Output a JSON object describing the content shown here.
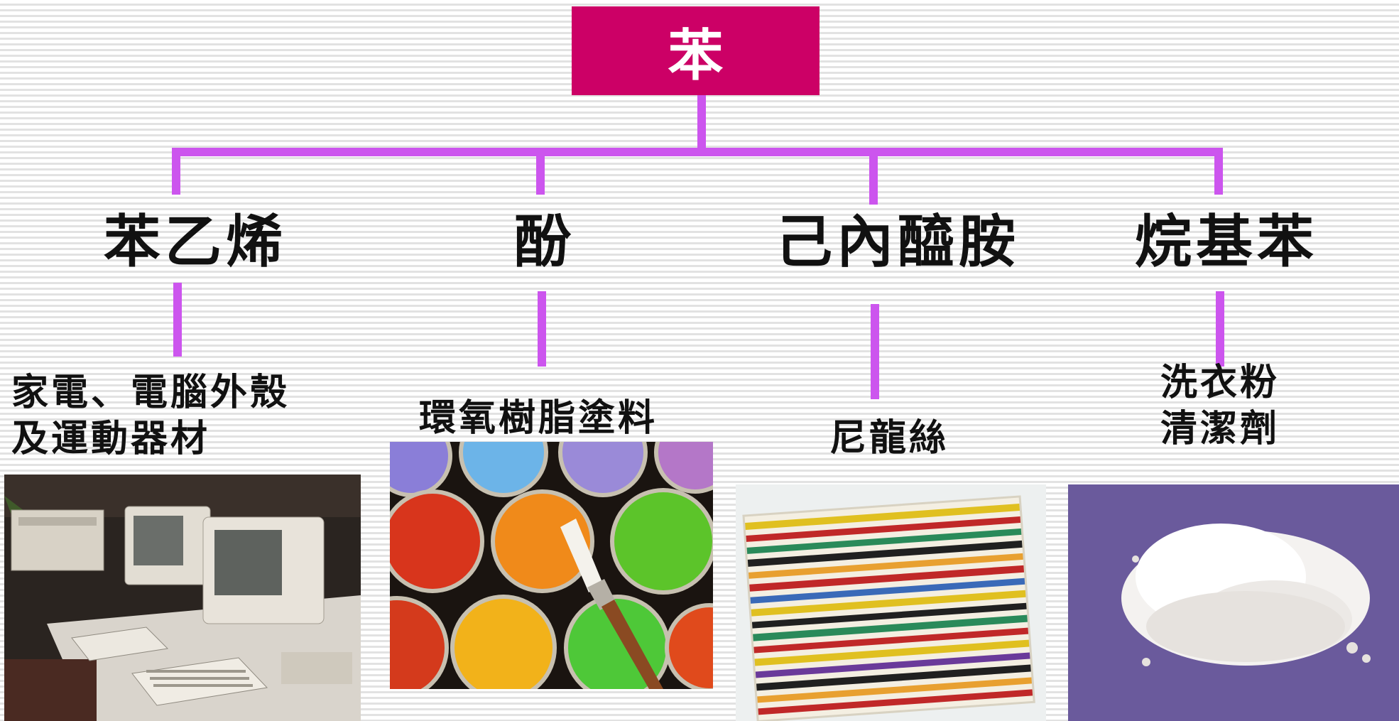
{
  "root": {
    "label": "苯"
  },
  "colors": {
    "root_box": "#cc0066",
    "connector": "#cc55ee",
    "background_stripe": "#e2e2e2"
  },
  "branches": [
    {
      "label": "苯乙烯",
      "use_lines": [
        "家電、電腦外殼",
        "及運動器材"
      ],
      "image": "computers-photo"
    },
    {
      "label": "酚",
      "use_lines": [
        "環氧樹脂塗料"
      ],
      "image": "paint-cans-photo"
    },
    {
      "label": "己內醯胺",
      "use_lines": [
        "尼龍絲"
      ],
      "image": "striped-nylon-fabric-photo"
    },
    {
      "label": "烷基苯",
      "use_lines": [
        "洗衣粉",
        "清潔劑"
      ],
      "image": "detergent-powder-photo"
    }
  ]
}
